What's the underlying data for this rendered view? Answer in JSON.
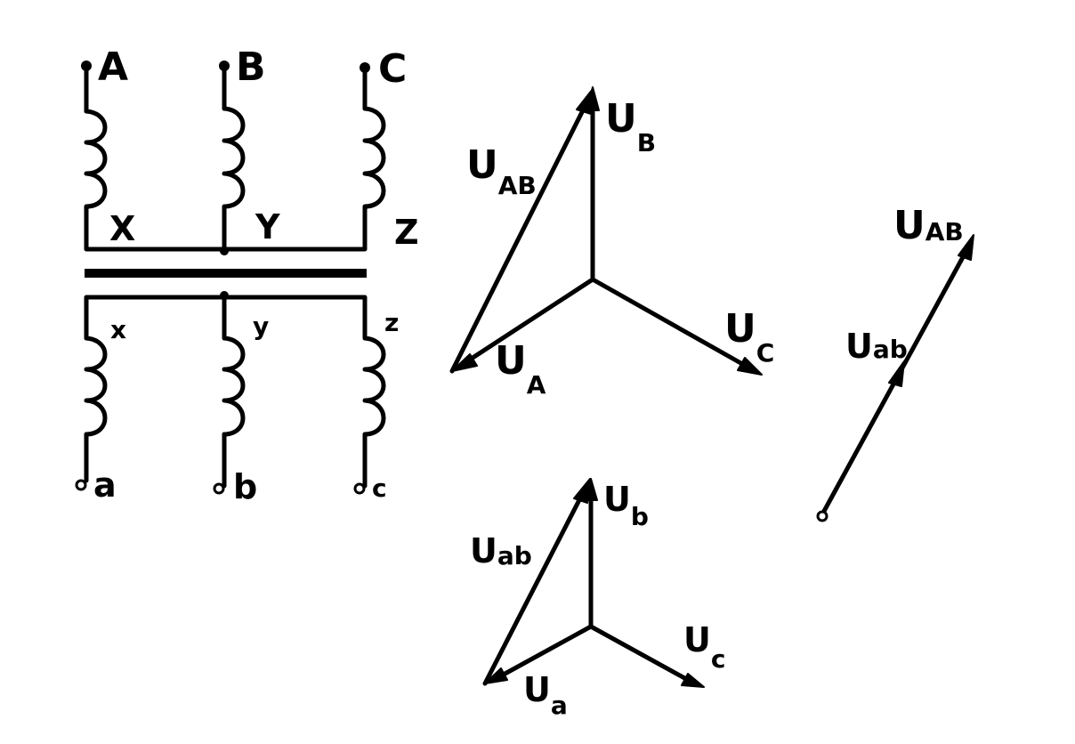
{
  "transformer": {
    "hv_terminals": [
      "A",
      "B",
      "C"
    ],
    "hv_ends": [
      "X",
      "Y",
      "Z"
    ],
    "lv_ends": [
      "x",
      "y",
      "z"
    ],
    "lv_terminals": [
      "a",
      "b",
      "c"
    ]
  },
  "hv_phasor_diagram": {
    "phase_labels": [
      {
        "main": "U",
        "sub": "A"
      },
      {
        "main": "U",
        "sub": "B"
      },
      {
        "main": "U",
        "sub": "C"
      }
    ],
    "line_label": {
      "main": "U",
      "sub": "AB"
    }
  },
  "lv_phasor_diagram": {
    "phase_labels": [
      {
        "main": "U",
        "sub": "a"
      },
      {
        "main": "U",
        "sub": "b"
      },
      {
        "main": "U",
        "sub": "c"
      }
    ],
    "line_label": {
      "main": "U",
      "sub": "ab"
    }
  },
  "comparison_diagram": {
    "hv_label": {
      "main": "U",
      "sub": "AB"
    },
    "lv_label": {
      "main": "U",
      "sub": "ab"
    }
  }
}
